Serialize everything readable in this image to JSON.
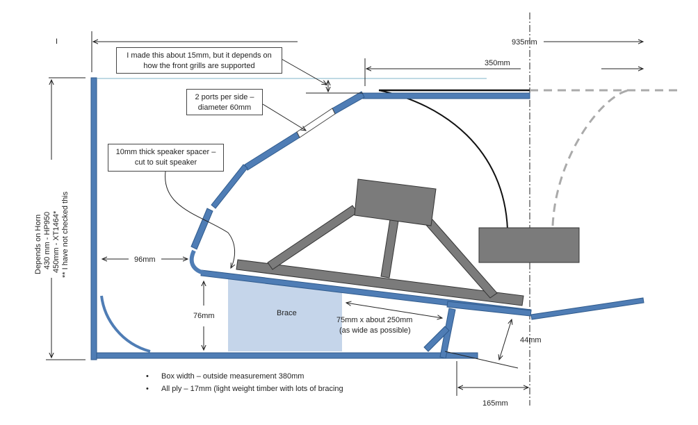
{
  "marker": "I",
  "dimensions": {
    "total_width": "935mm",
    "top_offset": "350mm",
    "left_gap": "96mm",
    "brace_height": "76mm",
    "right_height": "44mm",
    "bottom_offset": "165mm"
  },
  "callouts": {
    "grill_note": "I made this about 15mm, but it depends on how the front grills are supported",
    "ports_note": "2 ports per side – diameter 60mm",
    "spacer_note": "10mm thick speaker spacer – cut to suit speaker"
  },
  "side_labels": {
    "line1": "Depends on Horn",
    "line2": "430 mm - HP950",
    "line3": "450mm - XT1464*",
    "line4": "** I have not checked this"
  },
  "brace": {
    "label": "Brace",
    "size_line1": "75mm x about 250mm",
    "size_line2": "(as wide as possible)"
  },
  "notes": [
    "Box width – outside measurement  380mm",
    "All ply – 17mm (light weight timber with lots of bracing"
  ],
  "colors": {
    "panel": "#4f7db5",
    "panel_edge": "#2f5a8c",
    "brace_fill": "#c5d5ea",
    "driver_fill": "#7b7b7b",
    "dashed_curve": "#aaaaaa"
  }
}
